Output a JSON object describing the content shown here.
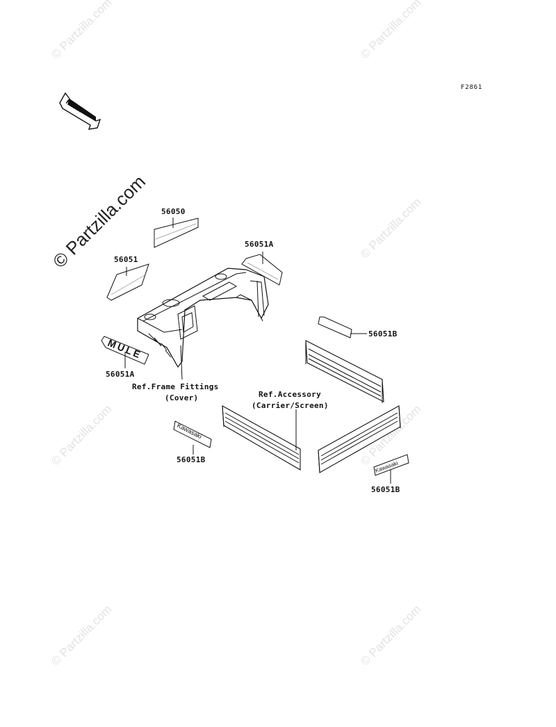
{
  "diagram_code": "F2861",
  "front_arrow_text": "FRONT",
  "watermark": "© Partzilla.com",
  "decal_text_mule": "MULE",
  "decal_text_kawasaki": "Kawasaki",
  "labels": {
    "p56050": "56050",
    "p56051": "56051",
    "p56051a_top": "56051A",
    "p56051a_left": "56051A",
    "p56051b_right": "56051B",
    "p56051b_left": "56051B",
    "p56051b_bottom": "56051B",
    "ref_frame_line1": "Ref.Frame Fittings",
    "ref_frame_line2": "(Cover)",
    "ref_accessory_line1": "Ref.Accessory",
    "ref_accessory_line2": "(Carrier/Screen)"
  }
}
